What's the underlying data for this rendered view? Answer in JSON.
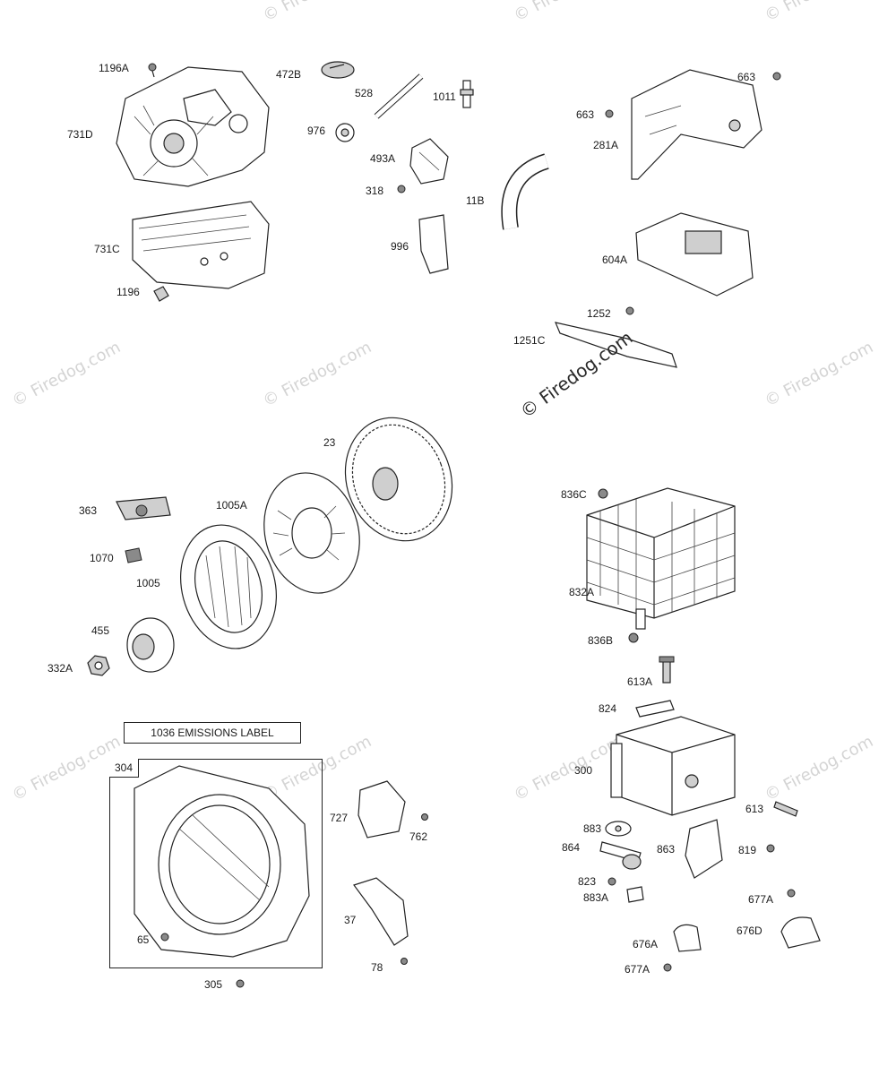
{
  "watermark": {
    "text": "© Firedog.com",
    "featured_text": "© Firedog.com"
  },
  "emissions_label": "1036 EMISSIONS LABEL",
  "frame_tag": "304",
  "labels": {
    "p1196A": "1196A",
    "p731D": "731D",
    "p731C": "731C",
    "p1196": "1196",
    "p472B": "472B",
    "p528": "528",
    "p1011": "1011",
    "p976": "976",
    "p493A": "493A",
    "p318": "318",
    "p11B": "11B",
    "p996": "996",
    "p663a": "663",
    "p663b": "663",
    "p281A": "281A",
    "p604A": "604A",
    "p1252": "1252",
    "p1251C": "1251C",
    "p23": "23",
    "p1005A": "1005A",
    "p363": "363",
    "p1070": "1070",
    "p1005": "1005",
    "p455": "455",
    "p332A": "332A",
    "p836C": "836C",
    "p832A": "832A",
    "p836B": "836B",
    "p613A": "613A",
    "p824": "824",
    "p300": "300",
    "p613": "613",
    "p883": "883",
    "p864": "864",
    "p863": "863",
    "p819": "819",
    "p823": "823",
    "p883A": "883A",
    "p677Aa": "677A",
    "p676D": "676D",
    "p676A": "676A",
    "p677Ab": "677A",
    "p727": "727",
    "p762": "762",
    "p37": "37",
    "p78": "78",
    "p65": "65",
    "p305": "305"
  }
}
